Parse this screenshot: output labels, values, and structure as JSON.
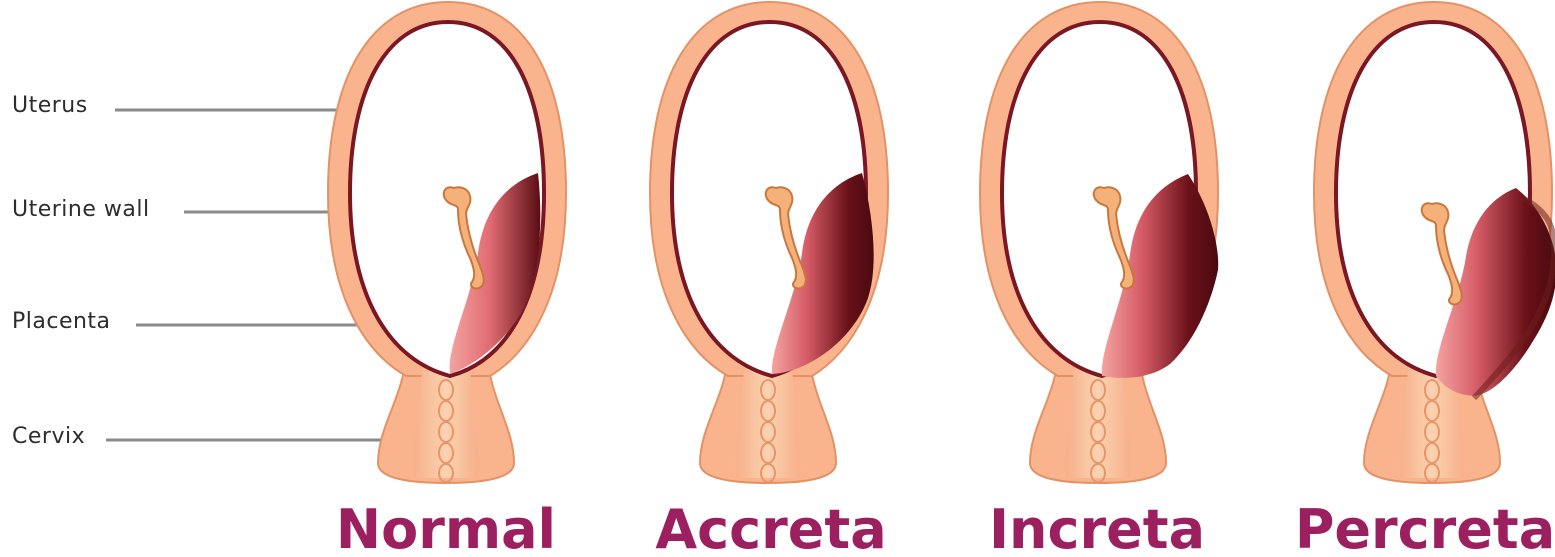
{
  "labels": {
    "uterus": "Uterus",
    "uterine_wall": "Uterine wall",
    "placenta": "Placenta",
    "cervix": "Cervix"
  },
  "panels": [
    {
      "key": "normal",
      "caption": "Normal"
    },
    {
      "key": "accreta",
      "caption": "Accreta"
    },
    {
      "key": "increta",
      "caption": "Increta"
    },
    {
      "key": "percreta",
      "caption": "Percreta"
    }
  ],
  "colors": {
    "uterus_fill": "#f9b48e",
    "uterus_outline": "#e39266",
    "cavity_outline": "#7a1722",
    "cervix_fill": "#f7c49e",
    "placenta_light": "#f08a8a",
    "placenta_dark": "#5a0d14",
    "invasion": "#6e1f1a",
    "caption": "#9c1f60",
    "leader_line": "#8a8a8a"
  }
}
